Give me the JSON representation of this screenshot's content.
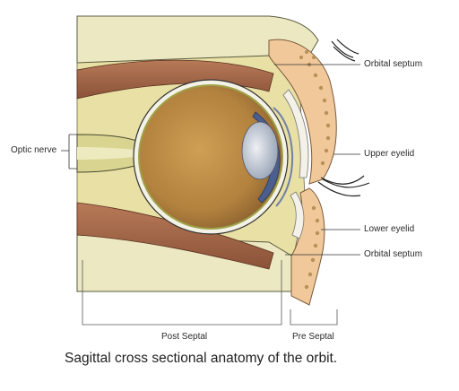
{
  "labels": {
    "orbital_septum_top": "Orbital septum",
    "upper_eyelid": "Upper eyelid",
    "lower_eyelid": "Lower eyelid",
    "orbital_septum_bottom": "Orbital septum",
    "optic_nerve": "Optic nerve",
    "post_septal": "Post Septal",
    "pre_septal": "Pre Septal"
  },
  "caption": "Sagittal cross sectional anatomy of the orbit.",
  "colors": {
    "fat": "#e8e0a4",
    "bone": "#ece8c2",
    "muscle": "#a5684a",
    "globe": "#b98a44",
    "sclera": "#f4f2e6",
    "iris": "#4a5f8e",
    "skin": "#f0c89a",
    "outline": "#3a3a3a"
  }
}
